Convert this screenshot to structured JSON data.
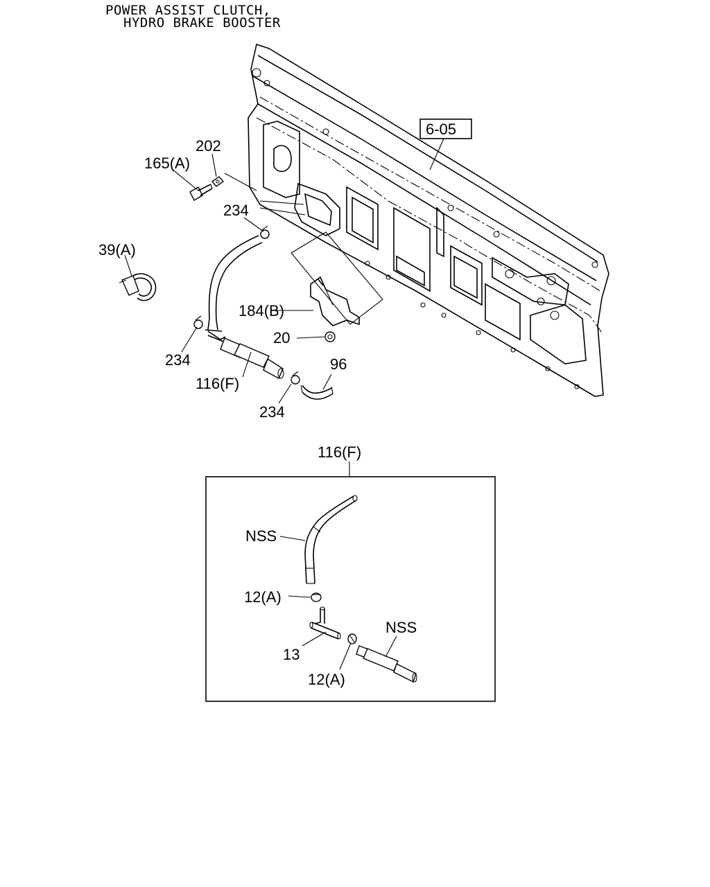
{
  "title": {
    "line1": "POWER ASSIST CLUTCH,",
    "line2": "HYDRO BRAKE BOOSTER"
  },
  "callouts": {
    "ref_box": "6-05",
    "p202": "202",
    "p165a": "165(A)",
    "p234_top": "234",
    "p39a": "39(A)",
    "p184b": "184(B)",
    "p20": "20",
    "p234_left": "234",
    "p96": "96",
    "p116f": "116(F)",
    "p234_bottom": "234"
  },
  "detail": {
    "header": "116(F)",
    "nss_top": "NSS",
    "p12a_top": "12(A)",
    "nss_right": "NSS",
    "p13": "13",
    "p12a_bottom": "12(A)"
  }
}
